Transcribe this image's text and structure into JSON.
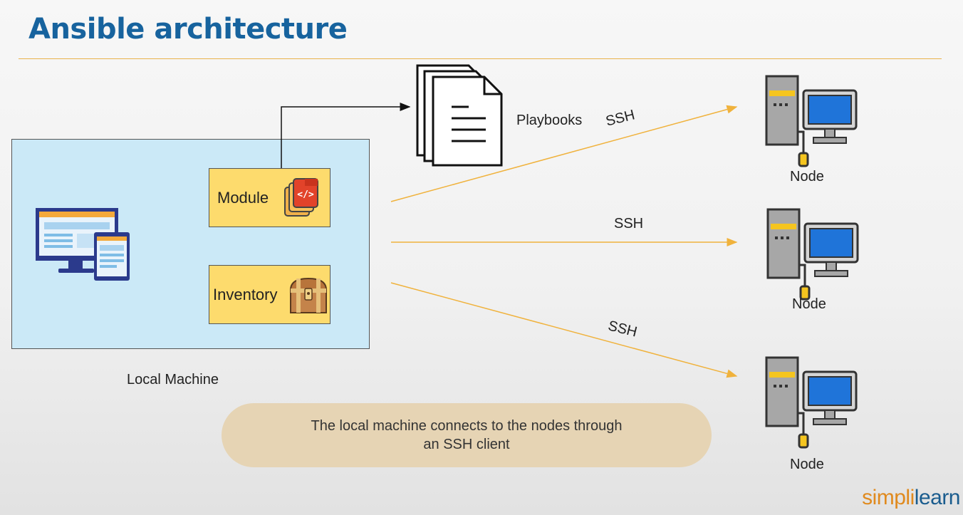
{
  "slide": {
    "title": "Ansible architecture",
    "local_machine_label": "Local Machine",
    "module_label": "Module",
    "inventory_label": "Inventory",
    "playbooks_label": "Playbooks",
    "ssh_labels": [
      "SSH",
      "SSH",
      "SSH"
    ],
    "node_labels": [
      "Node",
      "Node",
      "Node"
    ],
    "note_line1": "The local machine connects to the nodes through",
    "note_line2": "an SSH client",
    "brand_part1": "simpl",
    "brand_sep": "i",
    "brand_part2": "learn"
  },
  "colors": {
    "title": "#17639e",
    "local_box": "#cbe9f7",
    "yellow_box": "#fddb6d",
    "arrow": "#f0b23c",
    "note_bg": "#e6d4b4",
    "monitor_screen": "#1f74d9"
  },
  "icons": {
    "computer": "desktop-tablet-icon",
    "module": "code-files-icon",
    "inventory": "treasure-chest-icon",
    "playbooks": "document-stack-icon",
    "node": "desktop-pc-icon"
  }
}
